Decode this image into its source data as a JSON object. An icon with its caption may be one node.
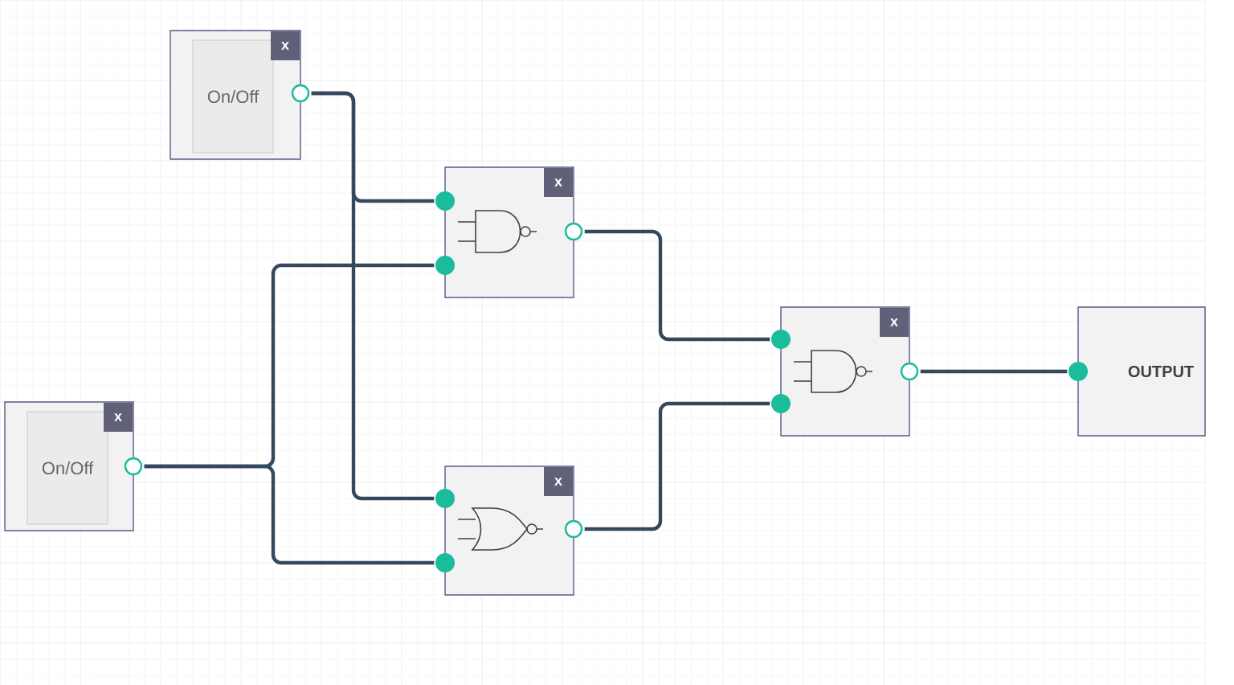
{
  "diagram": {
    "nodes": [
      {
        "text": [
          "On/Off",
          "x"
        ]
      },
      {
        "text": [
          "On/Off",
          "x"
        ]
      },
      {
        "text": [
          "x"
        ]
      },
      {
        "text": [
          "x"
        ]
      },
      {
        "text": [
          "x"
        ]
      },
      {
        "text": [
          "OUTPUT"
        ]
      }
    ],
    "edges": [
      {
        "from": 0,
        "to": 2,
        "arrow": "none"
      },
      {
        "from": 0,
        "to": 3,
        "arrow": "none"
      },
      {
        "from": 1,
        "to": 2,
        "arrow": "none"
      },
      {
        "from": 1,
        "to": 3,
        "arrow": "none"
      },
      {
        "from": 2,
        "to": 4,
        "arrow": "none"
      },
      {
        "from": 3,
        "to": 4,
        "arrow": "none"
      },
      {
        "from": 4,
        "to": 5,
        "arrow": "none"
      }
    ]
  }
}
